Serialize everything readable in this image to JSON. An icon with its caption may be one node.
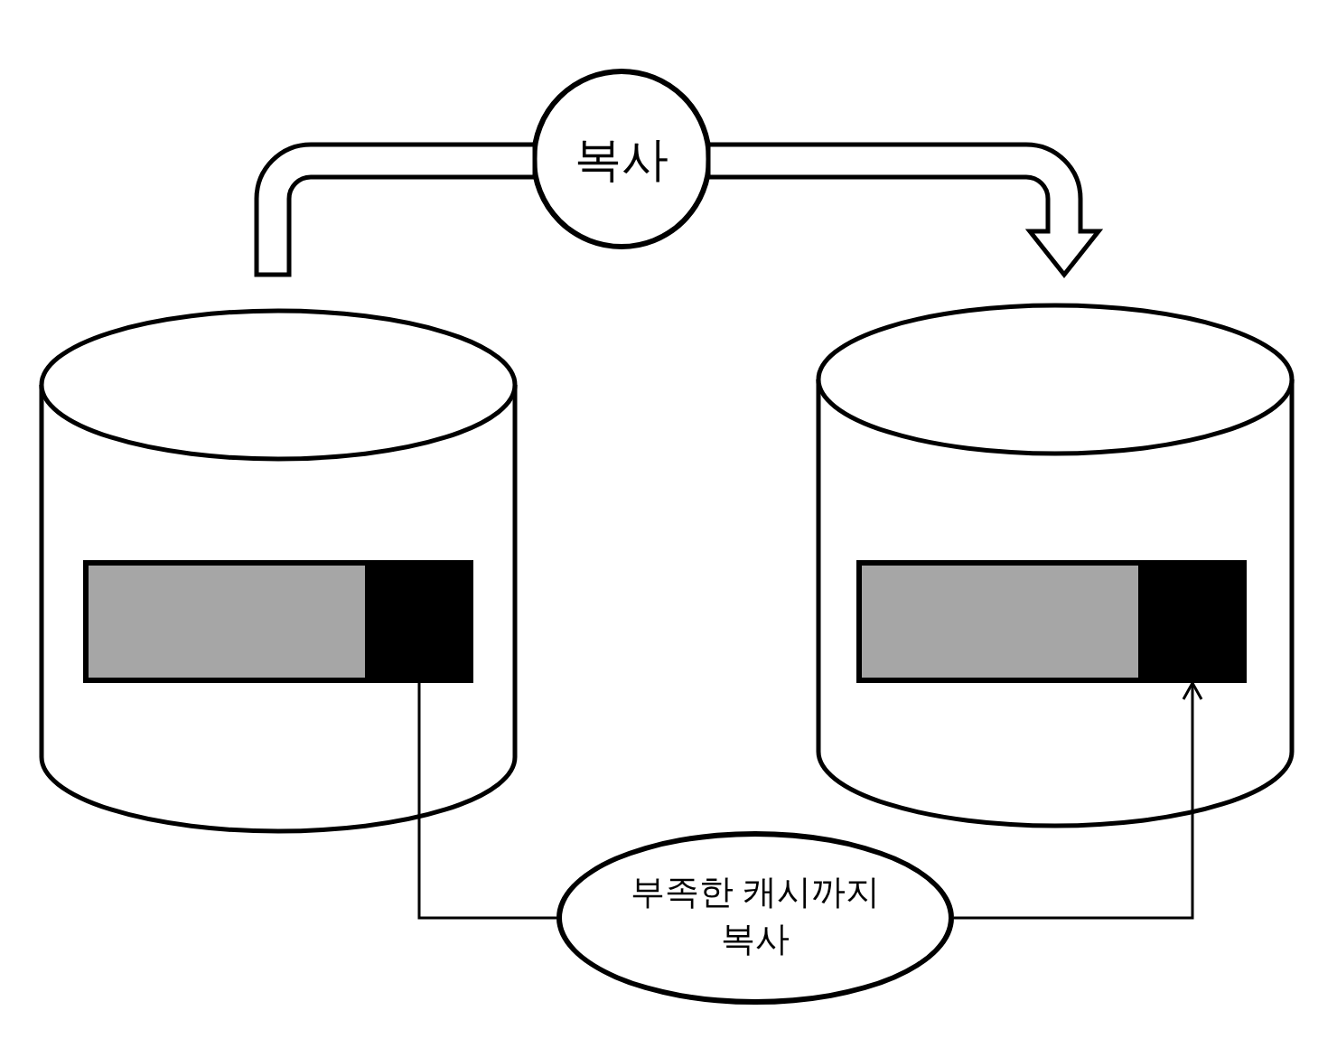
{
  "diagram": {
    "nodes": [
      {
        "text": [],
        "shape": "cylinder"
      },
      {
        "text": [],
        "shape": "cylinder"
      },
      {
        "text": [
          "복사"
        ]
      },
      {
        "text": [],
        "shape": "bar",
        "in": 0
      },
      {
        "text": [],
        "shape": "bar",
        "in": 1
      },
      {
        "text": [
          "부족한 캐시까지 복사"
        ]
      }
    ],
    "edges": [
      {
        "from": 0,
        "to": 2,
        "arrow": "none",
        "style": "thick"
      },
      {
        "from": 2,
        "to": 1,
        "arrow": "to",
        "style": "thick"
      },
      {
        "from": 3,
        "to": 5,
        "arrow": "none"
      },
      {
        "from": 5,
        "to": 4,
        "arrow": "to"
      }
    ]
  }
}
